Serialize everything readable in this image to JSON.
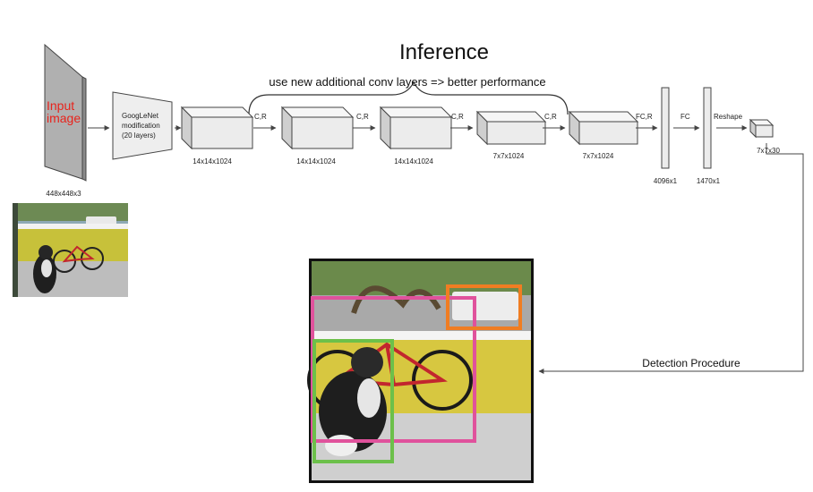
{
  "title": "Inference",
  "subtitle": "use new additional conv layers => better performance",
  "input": {
    "label_line1": "Input",
    "label_line2": "image",
    "dim": "448x448x3",
    "label_color": "#e8231c"
  },
  "googlenet": {
    "line1": "GoogLeNet",
    "line2": "modification",
    "line3": "(20 layers)"
  },
  "blocks": [
    {
      "dim": "14x14x1024"
    },
    {
      "dim": "14x14x1024"
    },
    {
      "dim": "14x14x1024"
    },
    {
      "dim": "7x7x1024"
    },
    {
      "dim": "7x7x1024"
    }
  ],
  "ops": {
    "conv1": "C,R",
    "conv2": "C,R",
    "conv3": "C,R",
    "conv4": "C,R",
    "fc1": "FC,R",
    "fc2": "FC",
    "reshape": "Reshape"
  },
  "fc_layers": [
    {
      "dim": "4096x1"
    },
    {
      "dim": "1470x1"
    }
  ],
  "output": {
    "dim": "7x7x30"
  },
  "detection": {
    "label": "Detection Procedure",
    "box_colors": {
      "pink": "#e0529c",
      "orange": "#f07d22",
      "green": "#6cc04a"
    }
  },
  "colors": {
    "block_face": "#ececec",
    "block_top": "#f6f6f6",
    "block_side": "#cfcfcf",
    "input_face": "#b0b0b0",
    "edge": "#444444"
  }
}
